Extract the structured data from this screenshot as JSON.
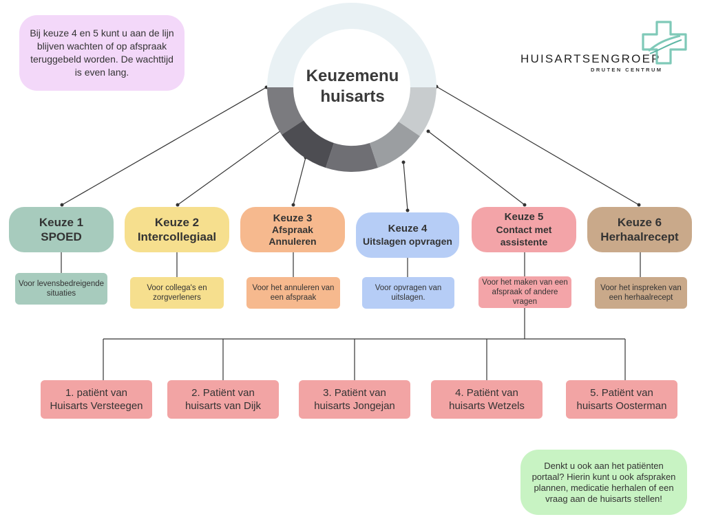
{
  "colors": {
    "keuze1": "#a7cbbd",
    "keuze2": "#f6df8e",
    "keuze3": "#f6b98e",
    "keuze4": "#b6cdf6",
    "keuze5": "#f3a4a8",
    "keuze6": "#c9a98a",
    "note_top": "#f3d8f9",
    "note_bottom": "#c8f3c3",
    "logo_accent": "#7fc9b8"
  },
  "notes": {
    "top": "Bij keuze 4 en 5 kunt u aan de lijn blijven wachten of op afspraak teruggebeld worden. De wachttijd is even lang.",
    "bottom": "Denkt u ook aan het patiënten portaal? Hierin kunt u ook afspraken plannen, medicatie herhalen of een vraag aan de huisarts stellen!"
  },
  "logo": {
    "name": "HUISARTSENGROEP",
    "sub": "DRUTEN CENTRUM",
    "icon": "medical-cross-icon"
  },
  "center": {
    "line1": "Keuzemenu",
    "line2": "huisarts"
  },
  "options": [
    {
      "line1": "Keuze 1",
      "line2": "SPOED",
      "desc": "Voor levensbedreigende situaties"
    },
    {
      "line1": "Keuze 2",
      "line2": "Intercollegiaal",
      "desc": "Voor collega's en zorgverleners"
    },
    {
      "line1": "Keuze 3",
      "line2": "Afspraak",
      "line3": "Annuleren",
      "desc": "Voor het annuleren van een afspraak"
    },
    {
      "line1": "Keuze 4",
      "line2": "Uitslagen opvragen",
      "desc": "Voor opvragen van uitslagen."
    },
    {
      "line1": "Keuze 5",
      "line2": "Contact met",
      "line3": "assistente",
      "desc": "Voor het maken van een afspraak of andere vragen"
    },
    {
      "line1": "Keuze 6",
      "line2": "Herhaalrecept",
      "desc": "Voor het inspreken van een herhaalrecept"
    }
  ],
  "patients": [
    {
      "line1": "1. patiënt van",
      "line2": "Huisarts Versteegen"
    },
    {
      "line1": "2. Patiënt van",
      "line2": "huisarts van Dijk"
    },
    {
      "line1": "3. Patiënt van",
      "line2": "huisarts Jongejan"
    },
    {
      "line1": "4. Patiënt van",
      "line2": "huisarts Wetzels"
    },
    {
      "line1": "5. Patiënt van",
      "line2": "huisarts Oosterman"
    }
  ]
}
